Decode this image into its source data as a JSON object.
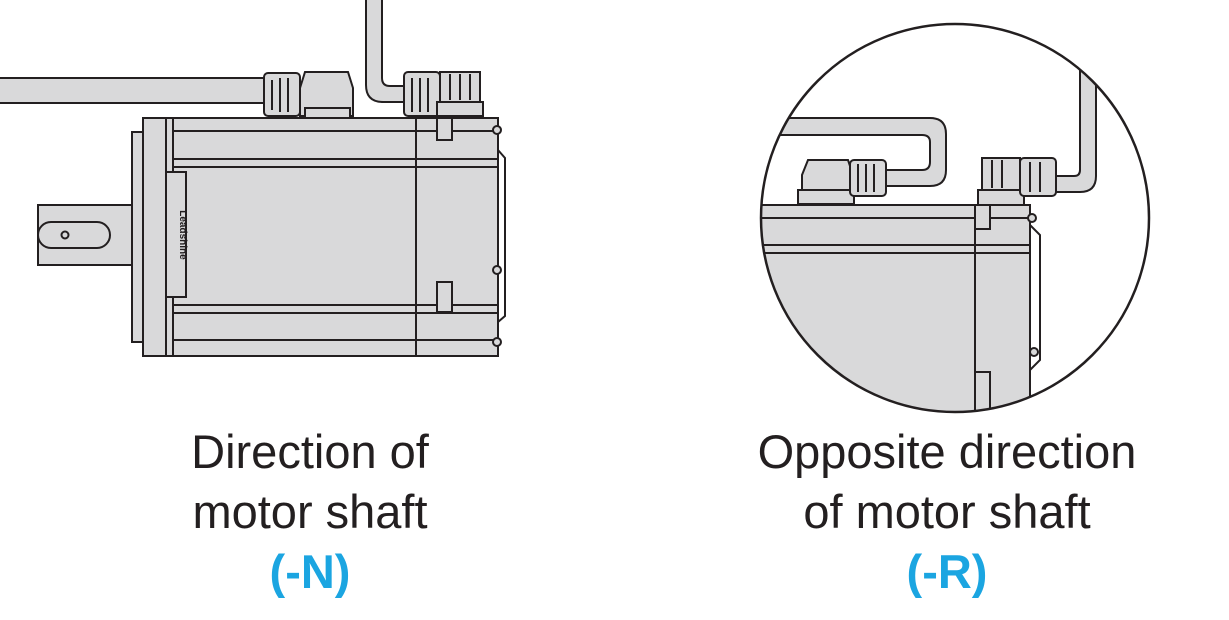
{
  "left": {
    "line1": "Direction of",
    "line2": "motor shaft",
    "code": "(-N)"
  },
  "right": {
    "line1": "Opposite direction",
    "line2": "of motor shaft",
    "code": "(-R)"
  },
  "motor_brand": "Leadshine",
  "colors": {
    "accent": "#1ba5e1",
    "body": "#d9d9da",
    "stroke": "#231f20"
  }
}
